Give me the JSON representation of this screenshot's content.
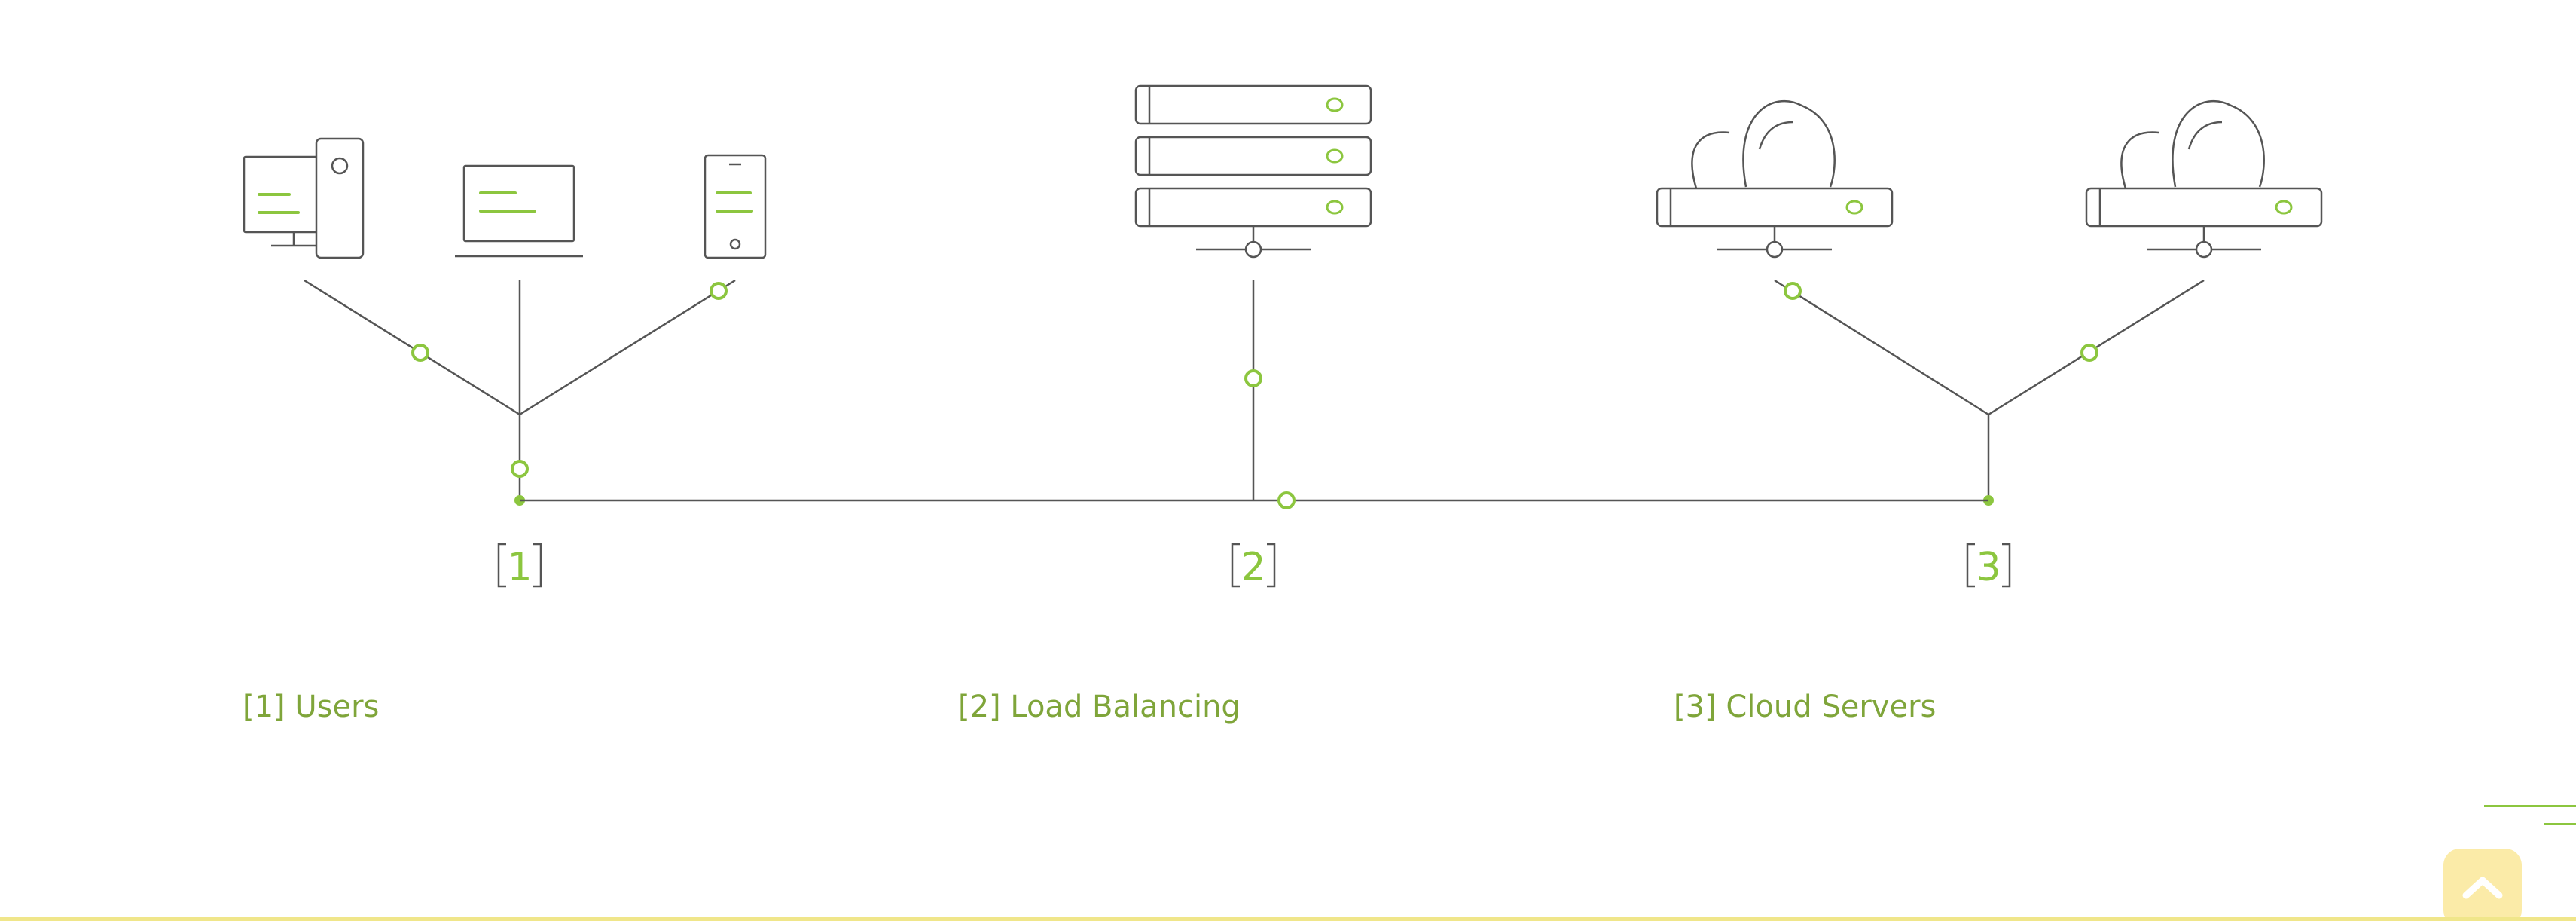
{
  "colors": {
    "line": "#555555",
    "accent": "#8cc63f",
    "caption": "#7fa53a",
    "scroll_button": "#fbeba8",
    "bottom_bar": "#f0e68a"
  },
  "diagram": {
    "nodes": [
      {
        "number": "1",
        "group": "users",
        "icons": [
          "desktop-computer-icon",
          "laptop-icon",
          "smartphone-icon"
        ]
      },
      {
        "number": "2",
        "group": "load-balancing",
        "icons": [
          "server-rack-icon"
        ]
      },
      {
        "number": "3",
        "group": "cloud-servers",
        "icons": [
          "cloud-server-icon",
          "cloud-server-icon"
        ]
      }
    ]
  },
  "captions": {
    "users": "[1] Users",
    "load_balancing": "[2] Load Balancing",
    "cloud_servers": "[3] Cloud Servers"
  },
  "controls": {
    "scroll_top_icon": "chevron-up-icon"
  }
}
